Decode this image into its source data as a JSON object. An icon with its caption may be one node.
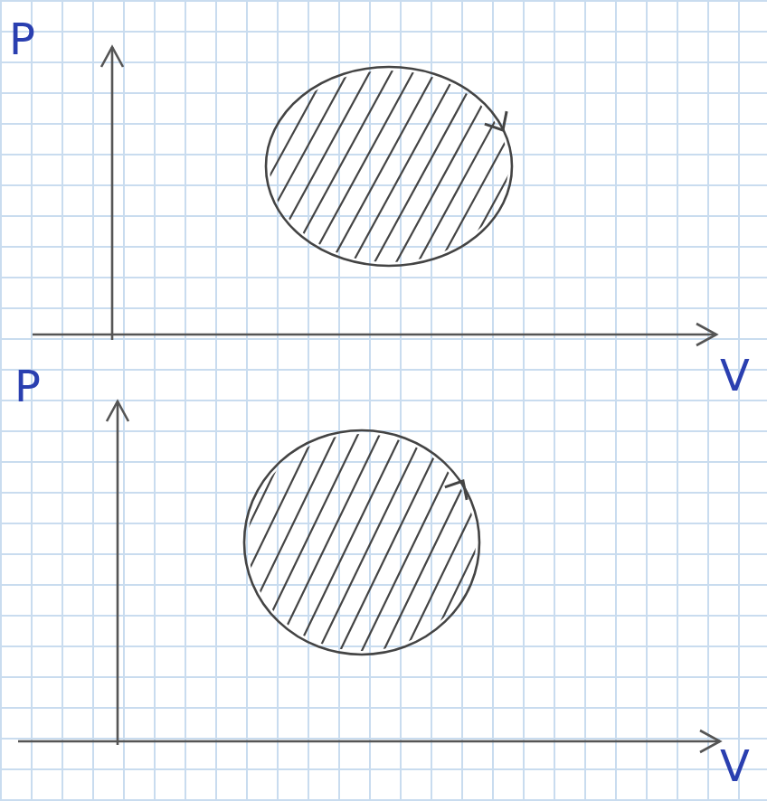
{
  "diagram": {
    "labels": [
      "P",
      "V",
      "P",
      "V"
    ]
  }
}
